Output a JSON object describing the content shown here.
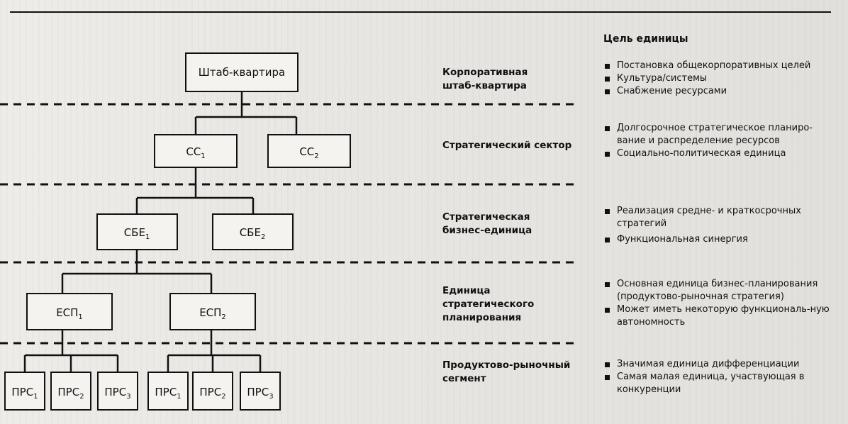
{
  "diagram": {
    "nodes": {
      "hq": "Штаб-квартира",
      "ss1": {
        "base": "СС",
        "sub": "1"
      },
      "ss2": {
        "base": "СС",
        "sub": "2"
      },
      "sbe1": {
        "base": "СБЕ",
        "sub": "1"
      },
      "sbe2": {
        "base": "СБЕ",
        "sub": "2"
      },
      "esp1": {
        "base": "ЕСП",
        "sub": "1"
      },
      "esp2": {
        "base": "ЕСП",
        "sub": "2"
      },
      "prs_left": [
        {
          "base": "ПРС",
          "sub": "1"
        },
        {
          "base": "ПРС",
          "sub": "2"
        },
        {
          "base": "ПРС",
          "sub": "3"
        }
      ],
      "prs_right": [
        {
          "base": "ПРС",
          "sub": "1"
        },
        {
          "base": "ПРС",
          "sub": "2"
        },
        {
          "base": "ПРС",
          "sub": "3"
        }
      ]
    },
    "edges": [
      [
        "hq",
        "ss1"
      ],
      [
        "hq",
        "ss2"
      ],
      [
        "ss1",
        "sbe1"
      ],
      [
        "ss1",
        "sbe2"
      ],
      [
        "sbe1",
        "esp1"
      ],
      [
        "sbe1",
        "esp2"
      ],
      [
        "esp1",
        "prs_left"
      ],
      [
        "esp2",
        "prs_right"
      ]
    ]
  },
  "levels": [
    {
      "label": [
        "Корпоративная",
        "штаб-квартира"
      ],
      "goals": [
        "Постановка общекорпоративных целей",
        "Культура/системы",
        "Снабжение ресурсами"
      ]
    },
    {
      "label": [
        "Стратегический сектор"
      ],
      "goals": [
        "Долгосрочное стратегическое планиро-вание и распределение ресурсов",
        "Социально-политическая единица"
      ]
    },
    {
      "label": [
        "Стратегическая",
        "бизнес-единица"
      ],
      "goals": [
        "Реализация средне- и краткосрочных стратегий",
        "Функциональная синергия"
      ]
    },
    {
      "label": [
        "Единица",
        "стратегического",
        "планирования"
      ],
      "goals": [
        "Основная единица бизнес-планирования (продуктово-рыночная стратегия)",
        "Может иметь некоторую функциональ-ную автономность"
      ]
    },
    {
      "label": [
        "Продуктово-рыночный",
        "сегмент"
      ],
      "goals": [
        "Значимая единица дифференциации",
        "Самая малая единица, участвующая в конкуренции"
      ]
    }
  ],
  "goals_header": "Цель единицы"
}
